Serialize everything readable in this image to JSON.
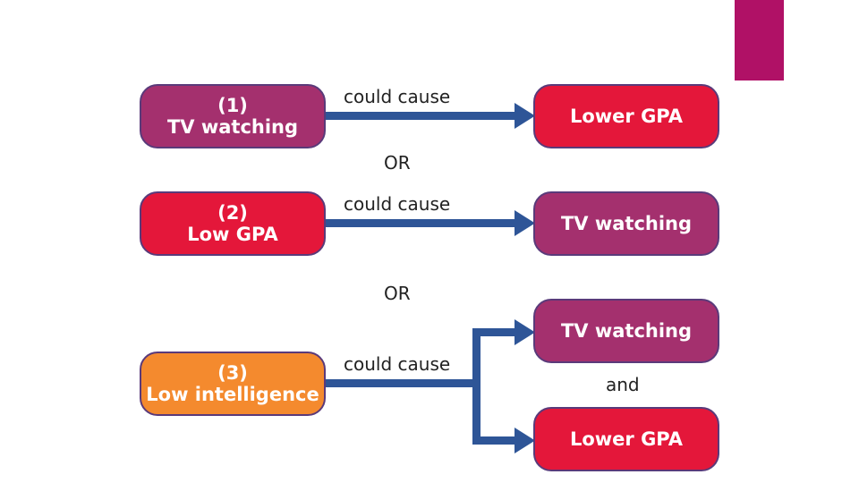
{
  "diagram": {
    "colors": {
      "accent": "#b01166",
      "purple": "#a4306e",
      "red": "#e4173a",
      "orange": "#f48a2e",
      "arrow": "#2e5597"
    },
    "rows": [
      {
        "cause_number": "(1)",
        "cause_label": "TV watching",
        "relation": "could cause",
        "effect": "Lower GPA"
      },
      {
        "cause_number": "(2)",
        "cause_label": "Low GPA",
        "relation": "could cause",
        "effect": "TV watching"
      },
      {
        "cause_number": "(3)",
        "cause_label": "Low intelligence",
        "relation": "could cause",
        "effects": [
          "TV watching",
          "Lower GPA"
        ],
        "joiner": "and"
      }
    ],
    "separators": [
      "OR",
      "OR"
    ]
  }
}
